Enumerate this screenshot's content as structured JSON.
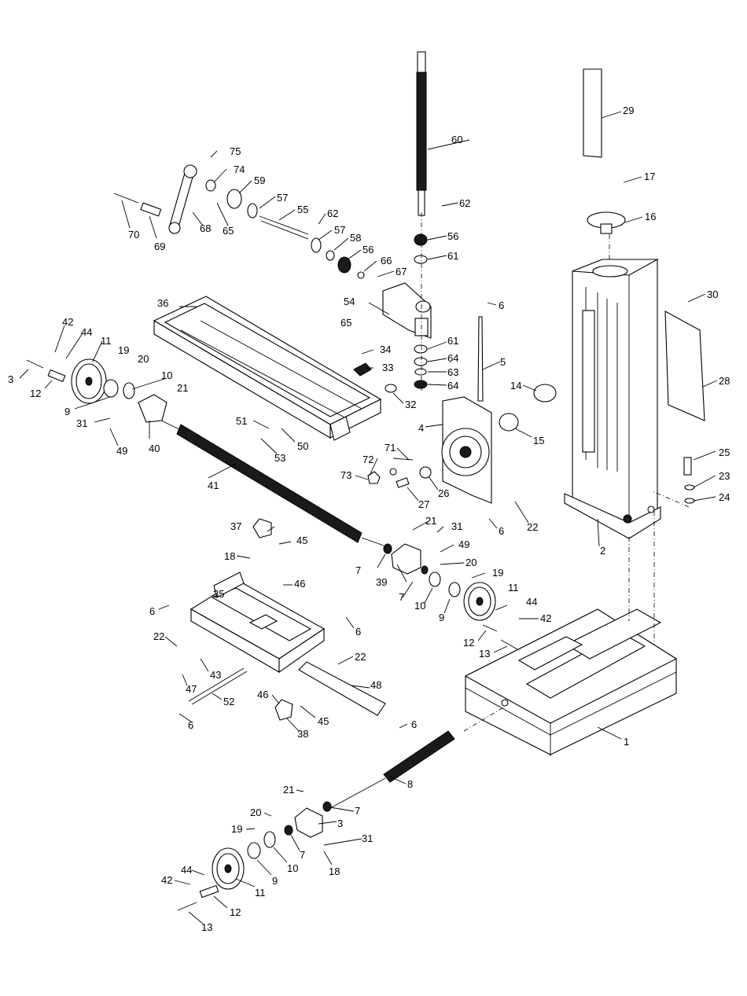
{
  "callouts": [
    {
      "id": "n1",
      "text": "1"
    },
    {
      "id": "n2",
      "text": "2"
    },
    {
      "id": "n3a",
      "text": "3"
    },
    {
      "id": "n3b",
      "text": "3"
    },
    {
      "id": "n4",
      "text": "4"
    },
    {
      "id": "n5",
      "text": "5"
    },
    {
      "id": "n6a",
      "text": "6"
    },
    {
      "id": "n6b",
      "text": "6"
    },
    {
      "id": "n6c",
      "text": "6"
    },
    {
      "id": "n6d",
      "text": "6"
    },
    {
      "id": "n6e",
      "text": "6"
    },
    {
      "id": "n6f",
      "text": "6"
    },
    {
      "id": "n7a",
      "text": "7"
    },
    {
      "id": "n7b",
      "text": "7"
    },
    {
      "id": "n7c",
      "text": "7"
    },
    {
      "id": "n7d",
      "text": "7"
    },
    {
      "id": "n8",
      "text": "8"
    },
    {
      "id": "n9a",
      "text": "9"
    },
    {
      "id": "n9b",
      "text": "9"
    },
    {
      "id": "n9c",
      "text": "9"
    },
    {
      "id": "n10a",
      "text": "10"
    },
    {
      "id": "n10b",
      "text": "10"
    },
    {
      "id": "n10c",
      "text": "10"
    },
    {
      "id": "n11a",
      "text": "11"
    },
    {
      "id": "n11b",
      "text": "11"
    },
    {
      "id": "n11c",
      "text": "11"
    },
    {
      "id": "n12a",
      "text": "12"
    },
    {
      "id": "n12b",
      "text": "12"
    },
    {
      "id": "n12c",
      "text": "12"
    },
    {
      "id": "n13a",
      "text": "13"
    },
    {
      "id": "n13b",
      "text": "13"
    },
    {
      "id": "n14",
      "text": "14"
    },
    {
      "id": "n15",
      "text": "15"
    },
    {
      "id": "n16",
      "text": "16"
    },
    {
      "id": "n17",
      "text": "17"
    },
    {
      "id": "n18a",
      "text": "18"
    },
    {
      "id": "n18b",
      "text": "18"
    },
    {
      "id": "n19a",
      "text": "19"
    },
    {
      "id": "n19b",
      "text": "19"
    },
    {
      "id": "n19c",
      "text": "19"
    },
    {
      "id": "n20a",
      "text": "20"
    },
    {
      "id": "n20b",
      "text": "20"
    },
    {
      "id": "n20c",
      "text": "20"
    },
    {
      "id": "n21a",
      "text": "21"
    },
    {
      "id": "n21b",
      "text": "21"
    },
    {
      "id": "n21c",
      "text": "21"
    },
    {
      "id": "n22a",
      "text": "22"
    },
    {
      "id": "n22b",
      "text": "22"
    },
    {
      "id": "n22c",
      "text": "22"
    },
    {
      "id": "n23",
      "text": "23"
    },
    {
      "id": "n24",
      "text": "24"
    },
    {
      "id": "n25",
      "text": "25"
    },
    {
      "id": "n26",
      "text": "26"
    },
    {
      "id": "n27",
      "text": "27"
    },
    {
      "id": "n28",
      "text": "28"
    },
    {
      "id": "n29",
      "text": "29"
    },
    {
      "id": "n30",
      "text": "30"
    },
    {
      "id": "n31a",
      "text": "31"
    },
    {
      "id": "n31b",
      "text": "31"
    },
    {
      "id": "n31c",
      "text": "31"
    },
    {
      "id": "n32",
      "text": "32"
    },
    {
      "id": "n33",
      "text": "33"
    },
    {
      "id": "n34",
      "text": "34"
    },
    {
      "id": "n35",
      "text": "35"
    },
    {
      "id": "n36",
      "text": "36"
    },
    {
      "id": "n37",
      "text": "37"
    },
    {
      "id": "n38",
      "text": "38"
    },
    {
      "id": "n39",
      "text": "39"
    },
    {
      "id": "n40",
      "text": "40"
    },
    {
      "id": "n41",
      "text": "41"
    },
    {
      "id": "n42a",
      "text": "42"
    },
    {
      "id": "n42b",
      "text": "42"
    },
    {
      "id": "n42c",
      "text": "42"
    },
    {
      "id": "n43",
      "text": "43"
    },
    {
      "id": "n44a",
      "text": "44"
    },
    {
      "id": "n44b",
      "text": "44"
    },
    {
      "id": "n44c",
      "text": "44"
    },
    {
      "id": "n45a",
      "text": "45"
    },
    {
      "id": "n45b",
      "text": "45"
    },
    {
      "id": "n46a",
      "text": "46"
    },
    {
      "id": "n46b",
      "text": "46"
    },
    {
      "id": "n47",
      "text": "47"
    },
    {
      "id": "n48",
      "text": "48"
    },
    {
      "id": "n49a",
      "text": "49"
    },
    {
      "id": "n49b",
      "text": "49"
    },
    {
      "id": "n50",
      "text": "50"
    },
    {
      "id": "n51",
      "text": "51"
    },
    {
      "id": "n52",
      "text": "52"
    },
    {
      "id": "n53",
      "text": "53"
    },
    {
      "id": "n54",
      "text": "54"
    },
    {
      "id": "n55",
      "text": "55"
    },
    {
      "id": "n56a",
      "text": "56"
    },
    {
      "id": "n56b",
      "text": "56"
    },
    {
      "id": "n57a",
      "text": "57"
    },
    {
      "id": "n57b",
      "text": "57"
    },
    {
      "id": "n58",
      "text": "58"
    },
    {
      "id": "n59",
      "text": "59"
    },
    {
      "id": "n60",
      "text": "60"
    },
    {
      "id": "n61a",
      "text": "61"
    },
    {
      "id": "n61b",
      "text": "61"
    },
    {
      "id": "n62a",
      "text": "62"
    },
    {
      "id": "n62b",
      "text": "62"
    },
    {
      "id": "n63",
      "text": "63"
    },
    {
      "id": "n64a",
      "text": "64"
    },
    {
      "id": "n64b",
      "text": "64"
    },
    {
      "id": "n65a",
      "text": "65"
    },
    {
      "id": "n65b",
      "text": "65"
    },
    {
      "id": "n66",
      "text": "66"
    },
    {
      "id": "n67",
      "text": "67"
    },
    {
      "id": "n68",
      "text": "68"
    },
    {
      "id": "n69",
      "text": "69"
    },
    {
      "id": "n70",
      "text": "70"
    },
    {
      "id": "n71",
      "text": "71"
    },
    {
      "id": "n72",
      "text": "72"
    },
    {
      "id": "n73",
      "text": "73"
    },
    {
      "id": "n74",
      "text": "74"
    },
    {
      "id": "n75",
      "text": "75"
    }
  ]
}
